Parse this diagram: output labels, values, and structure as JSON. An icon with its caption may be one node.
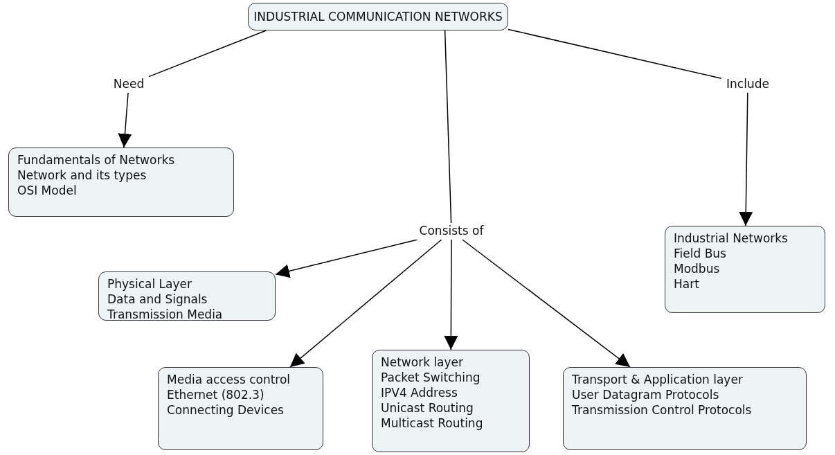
{
  "diagram": {
    "nodes": [
      {
        "text": [
          "INDUSTRIAL COMMUNICATION NETWORKS"
        ]
      },
      {
        "text": [
          "Need"
        ]
      },
      {
        "text": [
          "Include"
        ]
      },
      {
        "text": [
          "Fundamentals of Networks",
          "Network and its types",
          "OSI Model"
        ]
      },
      {
        "text": [
          "Consists of"
        ]
      },
      {
        "text": [
          "Industrial Networks",
          "Field Bus",
          "Modbus",
          "Hart"
        ]
      },
      {
        "text": [
          "Physical Layer",
          "Data and Signals",
          "Transmission Media"
        ]
      },
      {
        "text": [
          "Network layer",
          "Packet Switching",
          "IPV4 Address",
          "Unicast Routing",
          "Multicast Routing"
        ]
      },
      {
        "text": [
          "Media access control",
          "Ethernet (802.3)",
          "Connecting Devices"
        ]
      },
      {
        "text": [
          "Transport & Application layer",
          "User Datagram Protocols",
          "Transmission Control Protocols"
        ]
      }
    ],
    "edges": [
      {
        "from": 0,
        "to": 1,
        "arrow": "none"
      },
      {
        "from": 1,
        "to": 3,
        "arrow": "to"
      },
      {
        "from": 0,
        "to": 2,
        "arrow": "none"
      },
      {
        "from": 2,
        "to": 5,
        "arrow": "to"
      },
      {
        "from": 0,
        "to": 4,
        "arrow": "none"
      },
      {
        "from": 4,
        "to": 6,
        "arrow": "to"
      },
      {
        "from": 4,
        "to": 8,
        "arrow": "to"
      },
      {
        "from": 4,
        "to": 7,
        "arrow": "to"
      },
      {
        "from": 4,
        "to": 9,
        "arrow": "to"
      }
    ]
  }
}
